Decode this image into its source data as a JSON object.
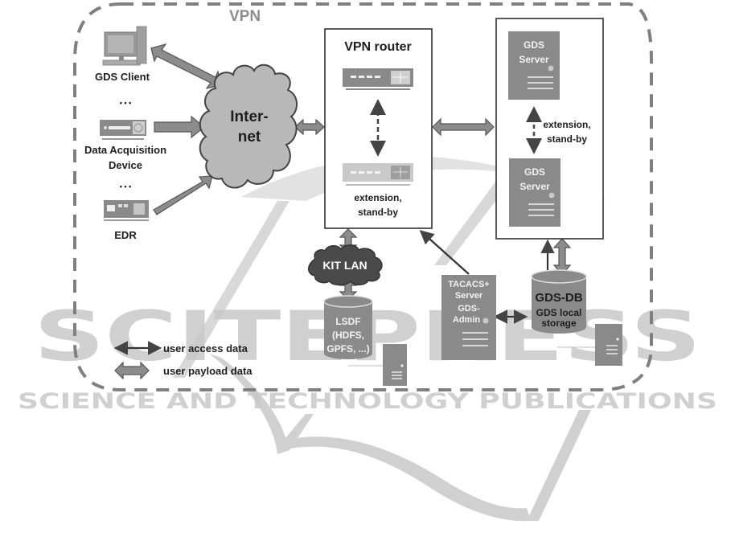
{
  "diagram": {
    "vpn_label": "VPN",
    "internet_label_line1": "Inter-",
    "internet_label_line2": "net",
    "clients": {
      "gds_client": "GDS Client",
      "ellipsis_1": "• • •",
      "daq_line1": "Data Acquisition",
      "daq_line2": "Device",
      "ellipsis_2": "• • •",
      "edr": "EDR"
    },
    "vpn_router": {
      "title": "VPN router",
      "standby_line1": "extension,",
      "standby_line2": "stand-by"
    },
    "gds_servers": {
      "primary_line1": "GDS",
      "primary_line2": "Server",
      "standby_line1": "extension,",
      "standby_line2": "stand-by",
      "secondary_line1": "GDS",
      "secondary_line2": "Server"
    },
    "kit_lan": "KIT LAN",
    "lsdf": {
      "line1": "LSDF",
      "line2": "(HDFS,",
      "line3": "GPFS, ...)"
    },
    "tacacs": {
      "line1": "TACACS+",
      "line2": "Server",
      "line3": "GDS-",
      "line4": "Admin"
    },
    "gds_db": {
      "title": "GDS-DB",
      "sub_line1": "GDS local",
      "sub_line2": "storage"
    },
    "legend": {
      "access": "user access data",
      "payload": "user payload data"
    }
  },
  "watermark": {
    "title": "SCITEPRESS",
    "subtitle": "SCIENCE AND TECHNOLOGY PUBLICATIONS"
  },
  "colors": {
    "dashed_border": "#7f7f7f",
    "fat_arrow": "#8c8c8c",
    "device_gray": "#8a8a8a",
    "cloud_light": "#b5b5b5",
    "cloud_dark": "#4a4a4a",
    "watermark": "#c8c8c8",
    "text": "#1e1e1e"
  }
}
